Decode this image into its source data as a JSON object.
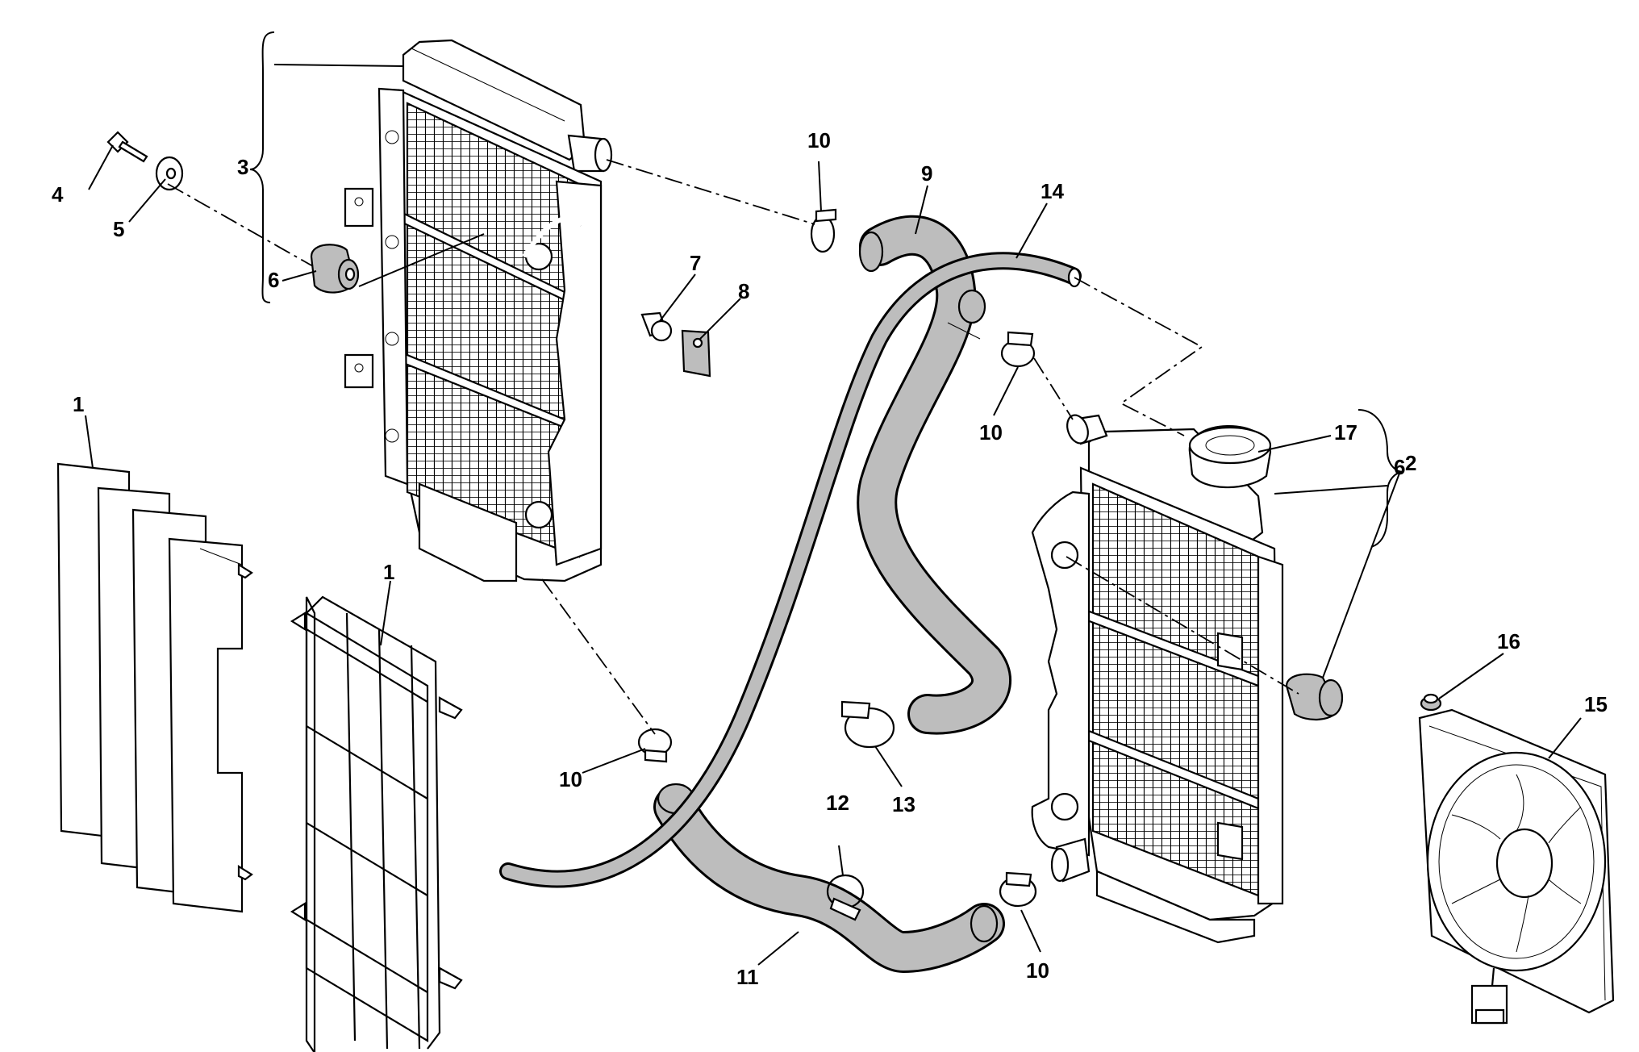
{
  "diagram": {
    "labels": {
      "l1a": "1",
      "l1b": "1",
      "l2": "2",
      "l3": "3",
      "l4": "4",
      "l5": "5",
      "l6a": "6",
      "l6b": "6",
      "l7": "7",
      "l8": "8",
      "l9": "9",
      "l10a": "10",
      "l10b": "10",
      "l10c": "10",
      "l10d": "10",
      "l11": "11",
      "l12": "12",
      "l13": "13",
      "l14": "14",
      "l15": "15",
      "l16": "16",
      "l17": "17"
    }
  }
}
